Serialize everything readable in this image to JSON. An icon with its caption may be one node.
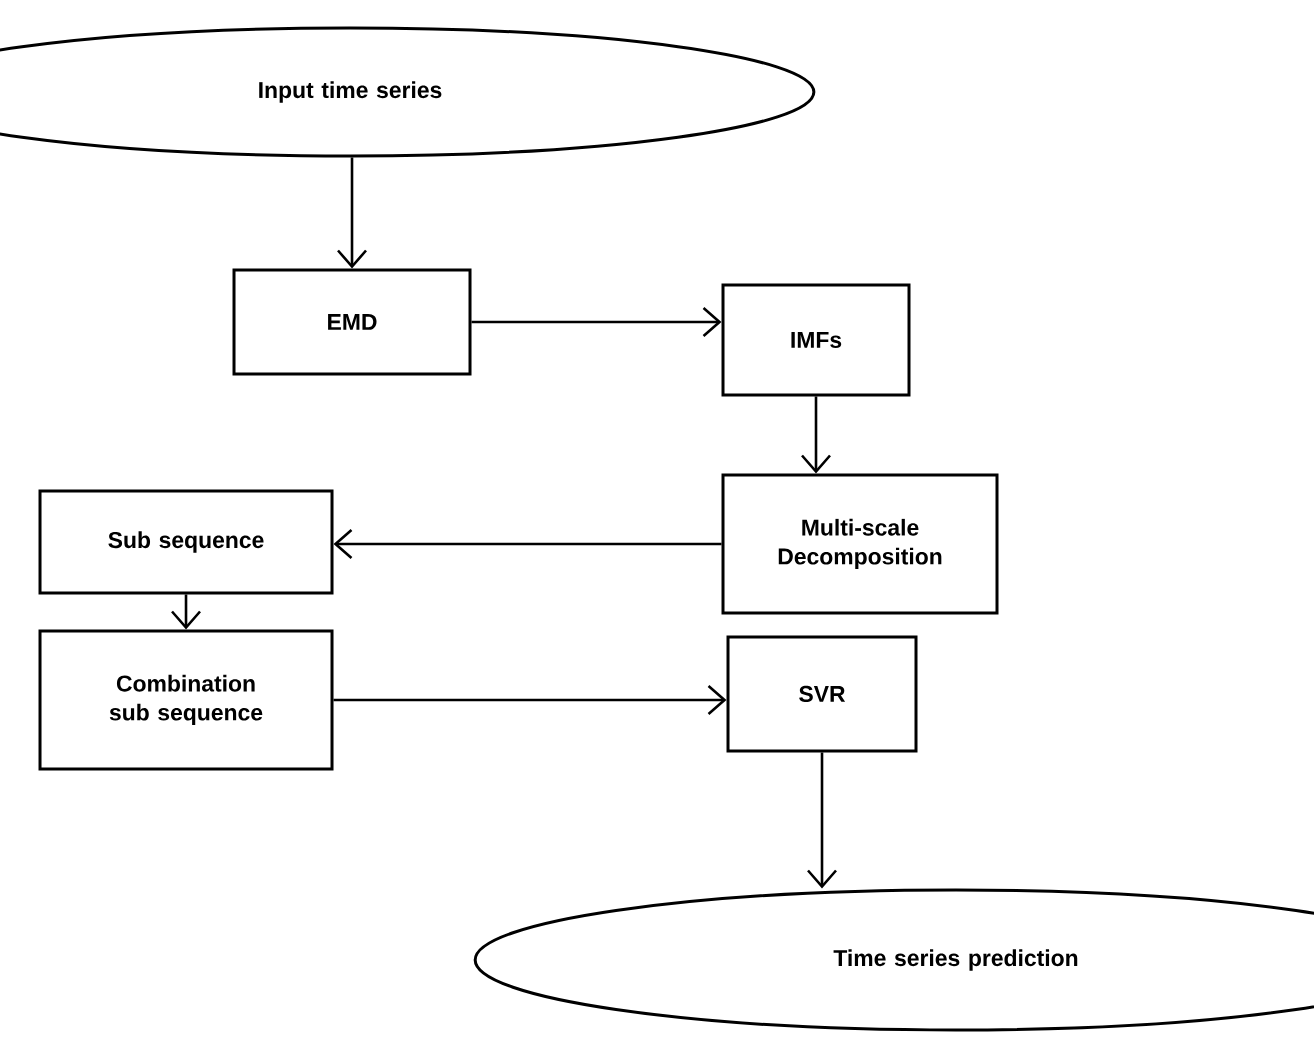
{
  "diagram": {
    "nodes": [
      {
        "text": [
          "Input time series"
        ]
      },
      {
        "text": [
          "EMD"
        ]
      },
      {
        "text": [
          "IMFs"
        ]
      },
      {
        "text": [
          "Multi-scale Decomposition"
        ]
      },
      {
        "text": [
          "Sub sequence"
        ]
      },
      {
        "text": [
          "Combination sub sequence"
        ]
      },
      {
        "text": [
          "SVR"
        ]
      },
      {
        "text": [
          "Time series prediction"
        ]
      }
    ],
    "edges": [
      {
        "from": 0,
        "to": 1,
        "arrow": "to"
      },
      {
        "from": 1,
        "to": 2,
        "arrow": "to"
      },
      {
        "from": 2,
        "to": 3,
        "arrow": "to"
      },
      {
        "from": 3,
        "to": 4,
        "arrow": "to"
      },
      {
        "from": 4,
        "to": 5,
        "arrow": "to"
      },
      {
        "from": 5,
        "to": 6,
        "arrow": "to"
      },
      {
        "from": 6,
        "to": 7,
        "arrow": "to"
      }
    ]
  }
}
